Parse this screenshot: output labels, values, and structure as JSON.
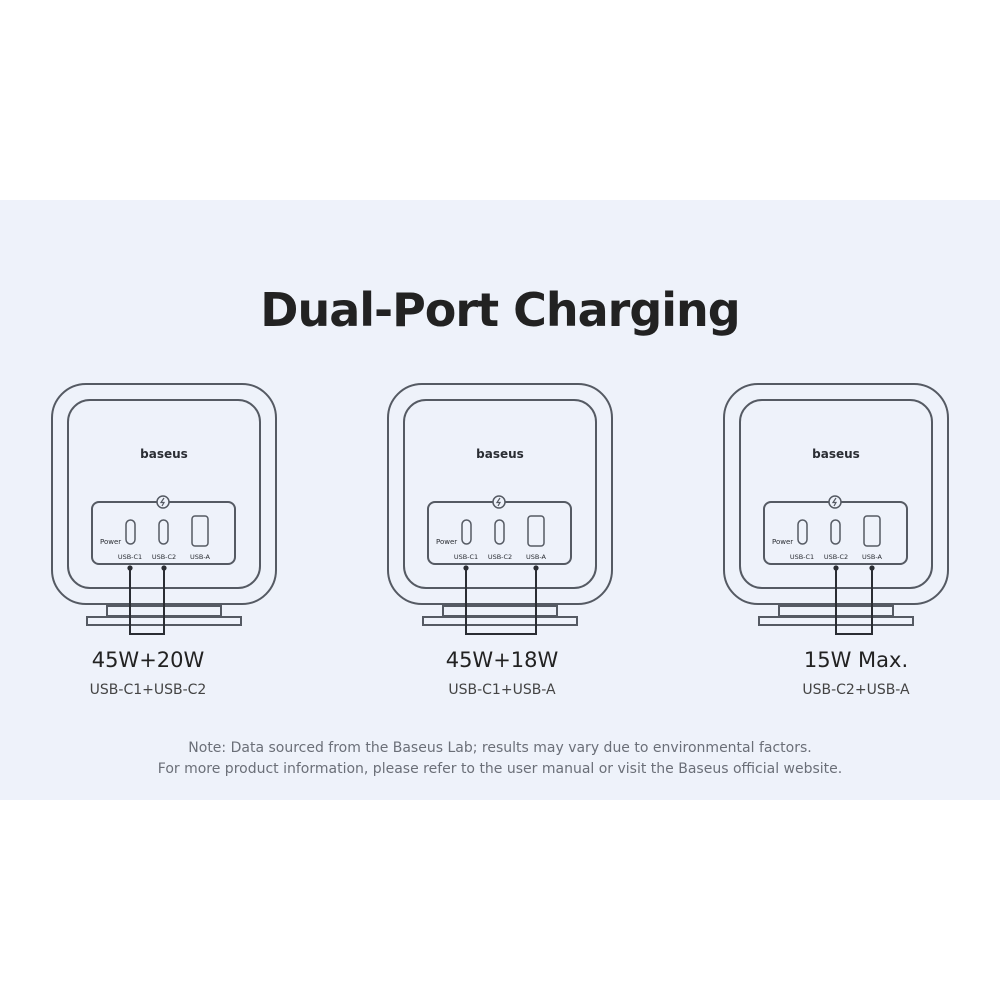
{
  "title": "Dual-Port Charging",
  "devices": [
    {
      "brand": "baseus",
      "power_label": "Power",
      "port_labels": [
        "USB-C1",
        "USB-C2",
        "USB-A"
      ],
      "active_ports": [
        "USB-C1",
        "USB-C2"
      ],
      "wattage": "45W+20W",
      "ports_used": "USB-C1+USB-C2"
    },
    {
      "brand": "baseus",
      "power_label": "Power",
      "port_labels": [
        "USB-C1",
        "USB-C2",
        "USB-A"
      ],
      "active_ports": [
        "USB-C1",
        "USB-A"
      ],
      "wattage": "45W+18W",
      "ports_used": "USB-C1+USB-A"
    },
    {
      "brand": "baseus",
      "power_label": "Power",
      "port_labels": [
        "USB-C1",
        "USB-C2",
        "USB-A"
      ],
      "active_ports": [
        "USB-C2",
        "USB-A"
      ],
      "wattage": "15W Max.",
      "ports_used": "USB-C2+USB-A"
    }
  ],
  "note": {
    "line1": "Note: Data sourced from the Baseus Lab; results may vary due to environmental factors.",
    "line2": "For more product information, please refer to the user manual or visit the Baseus official website."
  },
  "colors": {
    "background": "#ffffff",
    "banner": "#eef2fa",
    "outline": "#555a63",
    "text_dark": "#222222",
    "note_text": "#6b6f78"
  },
  "icons": [
    "charger-device-icon",
    "power-bolt-icon",
    "usb-c-port-icon",
    "usb-a-port-icon"
  ]
}
